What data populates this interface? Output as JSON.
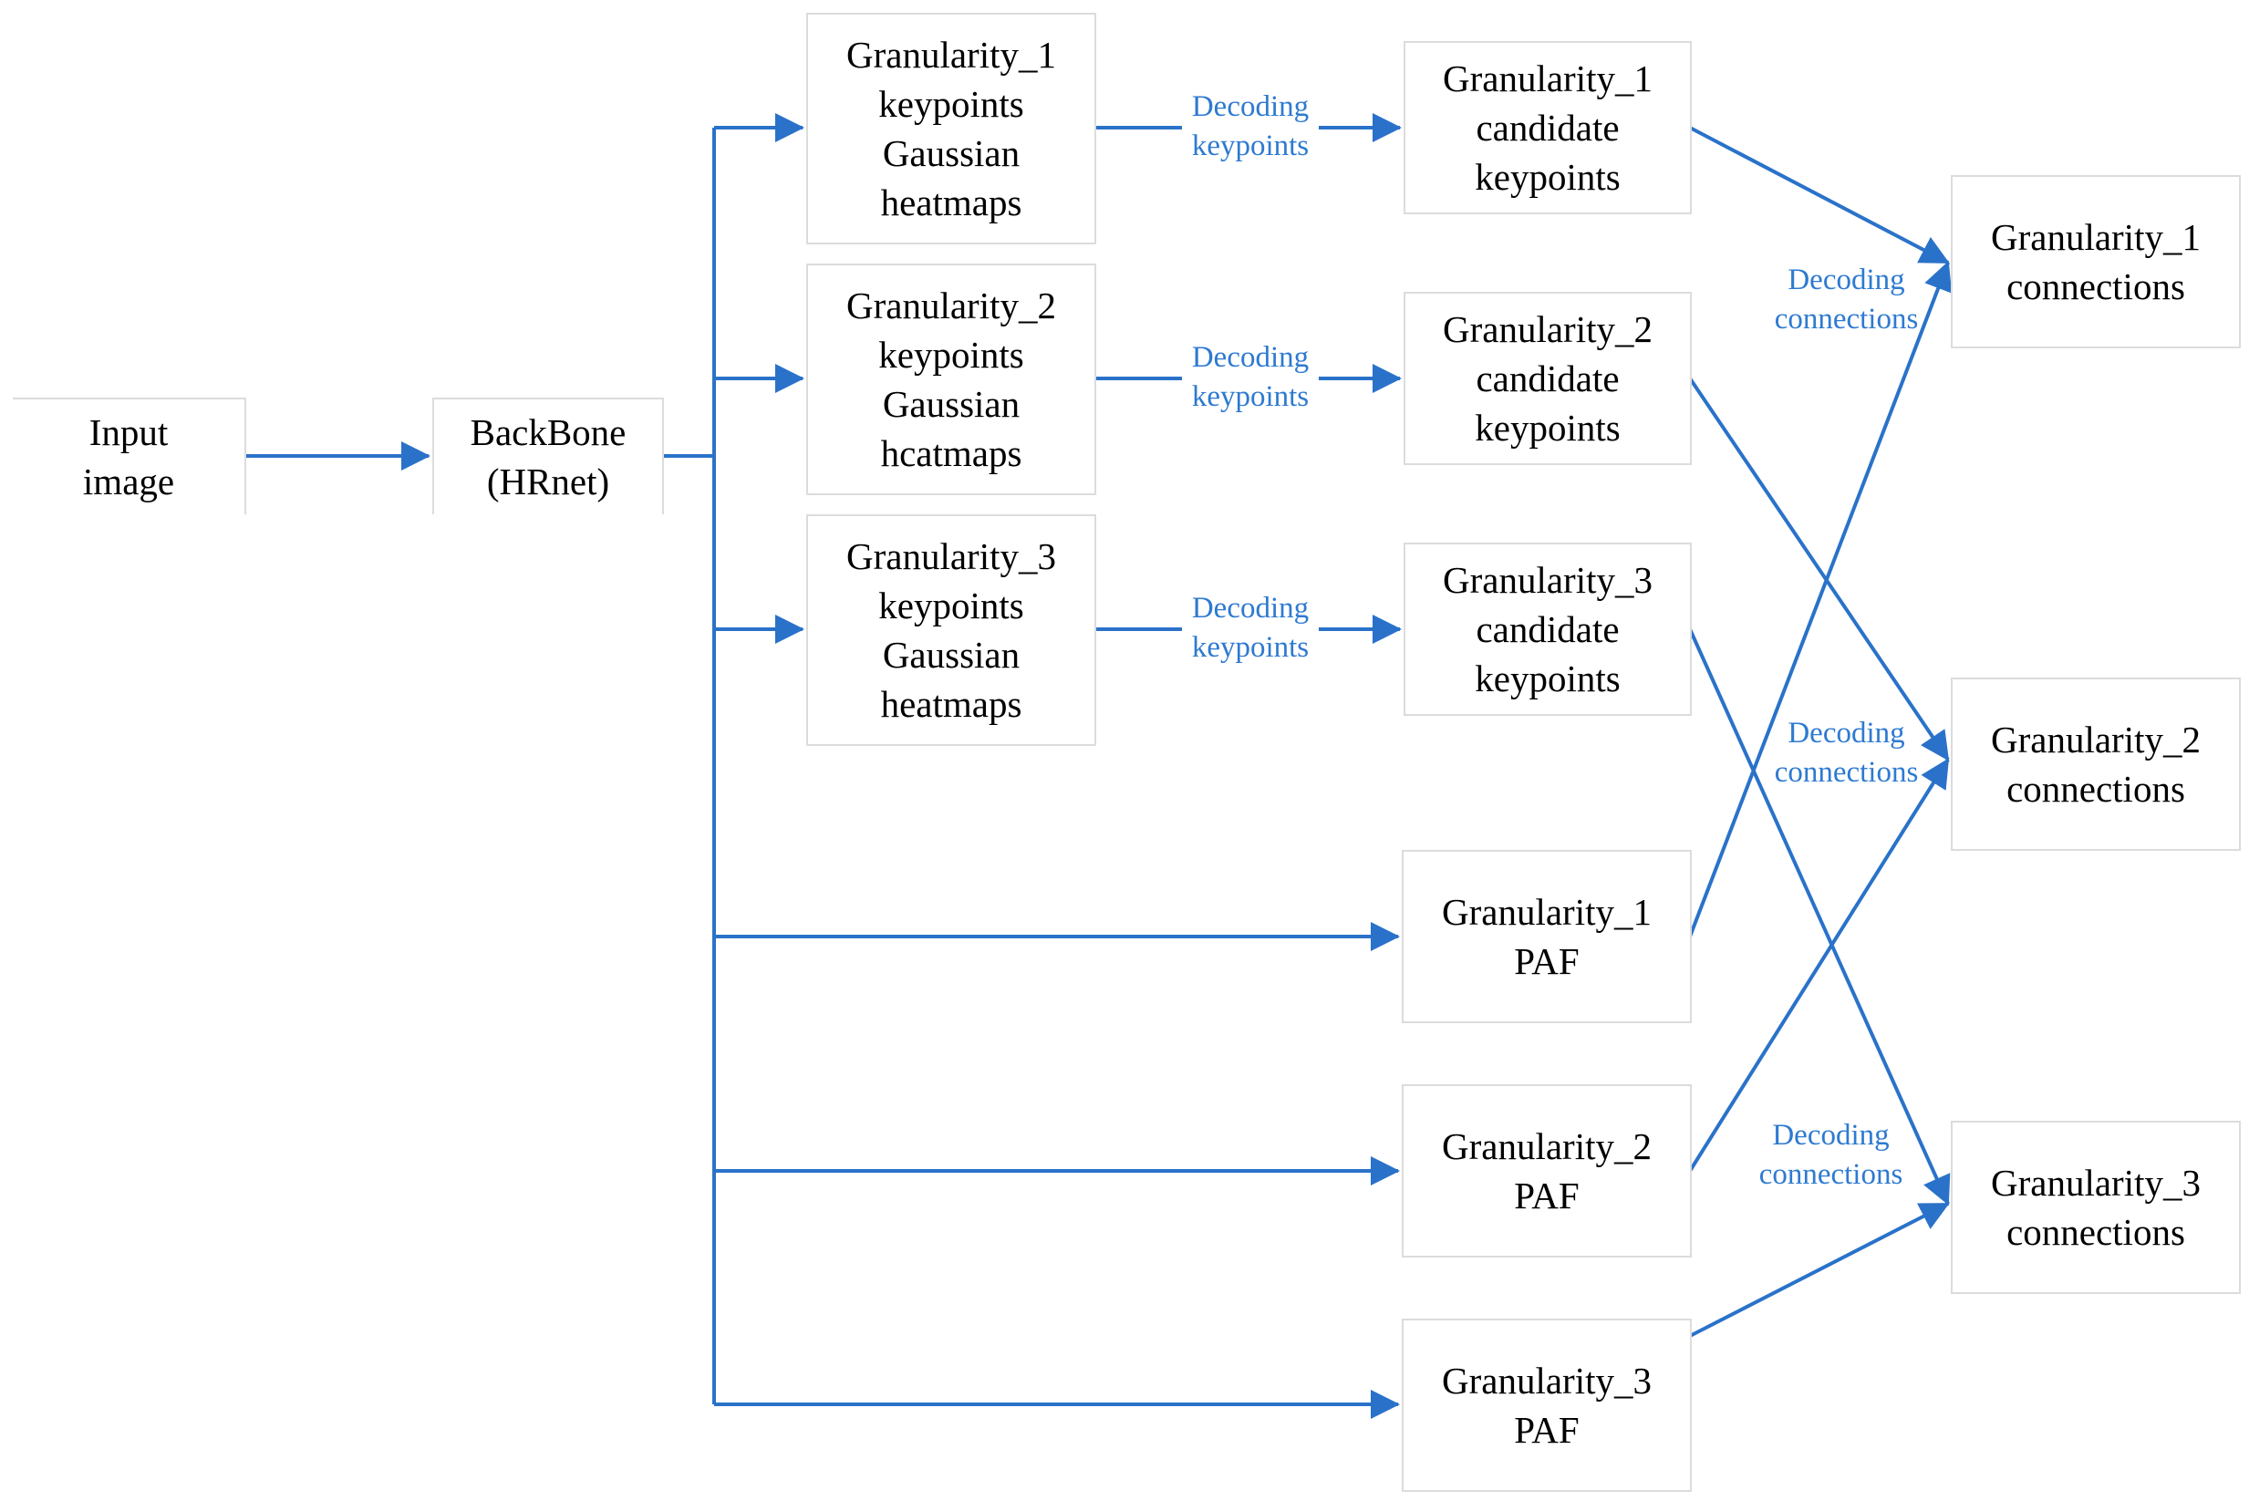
{
  "nodes": {
    "input": "Input\nimage",
    "backbone": "BackBone\n(HRnet)",
    "heatmap1": "Granularity_1\nkeypoints\nGaussian\nheatmaps",
    "heatmap2": "Granularity_2\nkeypoints\nGaussian\nhcatmaps",
    "heatmap3": "Granularity_3\nkeypoints\nGaussian\nheatmaps",
    "candidate1": "Granularity_1\ncandidate\nkeypoints",
    "candidate2": "Granularity_2\ncandidate\nkeypoints",
    "candidate3": "Granularity_3\ncandidate\nkeypoints",
    "paf1": "Granularity_1\nPAF",
    "paf2": "Granularity_2\nPAF",
    "paf3": "Granularity_3\nPAF",
    "conn1": "Granularity_1\nconnections",
    "conn2": "Granularity_2\nconnections",
    "conn3": "Granularity_3\nconnections"
  },
  "edge_labels": {
    "decode_kp1": "Decoding\nkeypoints",
    "decode_kp2": "Decoding\nkeypoints",
    "decode_kp3": "Decoding\nkeypoints",
    "decode_conn1": "Decoding\nconnections",
    "decode_conn2": "Decoding\nconnections",
    "decode_conn3": "Decoding\nconnections"
  },
  "colors": {
    "arrow": "#2a72c9",
    "edge_label": "#2e7ad1",
    "box_border": "#dcdcdc"
  }
}
